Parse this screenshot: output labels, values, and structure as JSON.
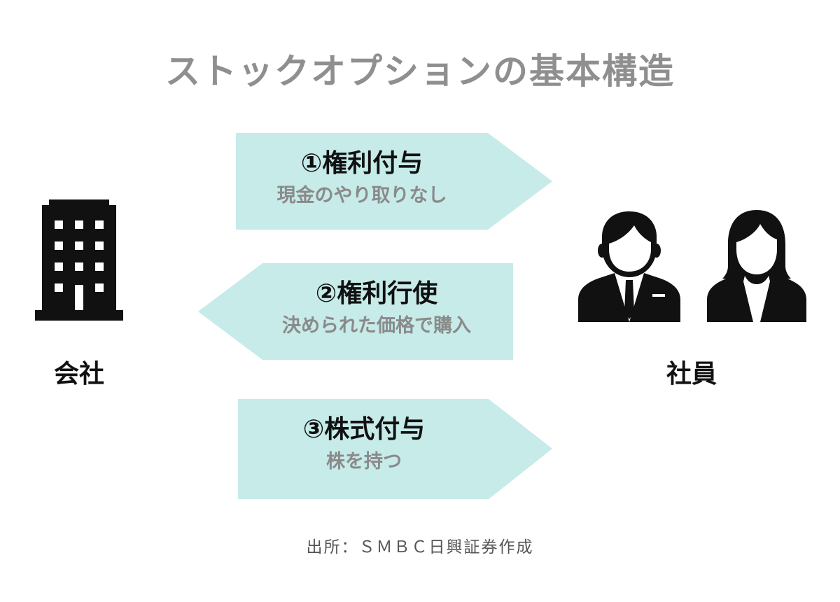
{
  "title": "ストックオプションの基本構造",
  "company": {
    "label": "会社",
    "icon": "building-icon"
  },
  "employees": {
    "label": "社員",
    "icons": [
      "male-employee-icon",
      "female-employee-icon"
    ]
  },
  "flows": [
    {
      "heading": "①権利付与",
      "detail": "現金のやり取りなし",
      "direction": "right"
    },
    {
      "heading": "②権利行使",
      "detail": "決められた価格で購入",
      "direction": "left"
    },
    {
      "heading": "③株式付与",
      "detail": "株を持つ",
      "direction": "right"
    }
  ],
  "source": "出所：ＳＭＢＣ日興証券作成",
  "colors": {
    "arrow_fill": "#c6ebe9",
    "title": "#8f8f8f",
    "subtext": "#8a8a8a",
    "icon": "#111111"
  }
}
